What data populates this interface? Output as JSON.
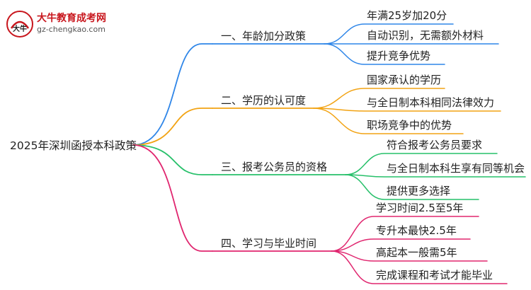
{
  "logo": {
    "title": "大牛教育成考网",
    "url": "gz-chengkao.com",
    "mark_text": "大牛"
  },
  "mindmap": {
    "root": "2025年深圳函授本科政策",
    "branches": [
      {
        "label": "一、年龄加分政策",
        "color": "#2f86e8",
        "children": [
          "年满25岁加20分",
          "自动识别，无需额外材料",
          "提升竞争优势"
        ]
      },
      {
        "label": "二、学历的认可度",
        "color": "#f2a313",
        "children": [
          "国家承认的学历",
          "与全日制本科相同法律效力",
          "职场竞争中的优势"
        ]
      },
      {
        "label": "三、报考公务员的资格",
        "color": "#27c06a",
        "children": [
          "符合报考公务员要求",
          "与全日制本科生享有同等机会",
          "提供更多选择"
        ]
      },
      {
        "label": "四、学习与毕业时间",
        "color": "#e0266f",
        "children": [
          "学习时间2.5至5年",
          "专升本最快2.5年",
          "高起本一般需5年",
          "完成课程和考试才能毕业"
        ]
      }
    ]
  }
}
